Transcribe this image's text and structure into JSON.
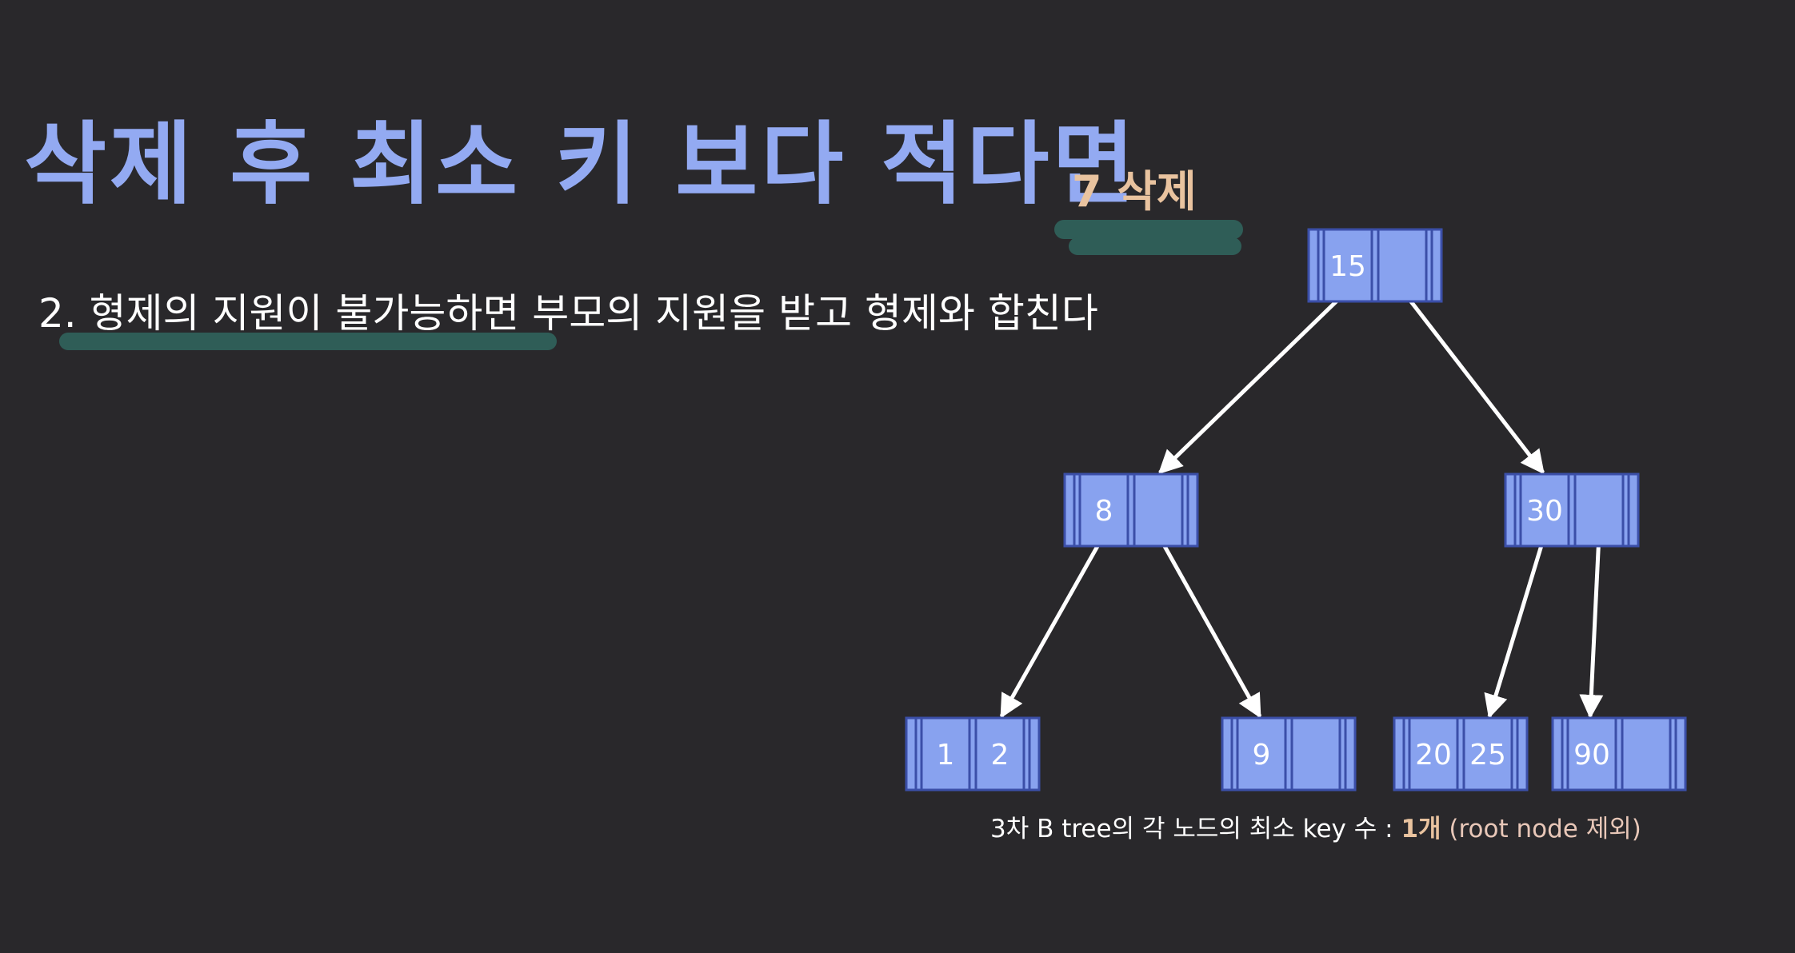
{
  "slide": {
    "title": "삭제 후 최소 키 보다 적다면",
    "badge": "7 삭제",
    "rule": "2. 형제의 지원이 불가능하면 부모의 지원을 받고 형제와 합친다"
  },
  "tree": {
    "nodes": [
      {
        "id": "root",
        "keys": [
          "15",
          ""
        ]
      },
      {
        "id": "left",
        "keys": [
          "8",
          ""
        ]
      },
      {
        "id": "right",
        "keys": [
          "30",
          ""
        ]
      },
      {
        "id": "leaf-1-2",
        "keys": [
          "1",
          "2"
        ]
      },
      {
        "id": "leaf-9",
        "keys": [
          "9",
          ""
        ]
      },
      {
        "id": "leaf-20-25",
        "keys": [
          "20",
          "25"
        ]
      },
      {
        "id": "leaf-90",
        "keys": [
          "90",
          ""
        ]
      }
    ],
    "edges": [
      {
        "from": "root",
        "to": "left"
      },
      {
        "from": "root",
        "to": "right"
      },
      {
        "from": "left",
        "to": "leaf-1-2"
      },
      {
        "from": "left",
        "to": "leaf-9"
      },
      {
        "from": "right",
        "to": "leaf-20-25"
      },
      {
        "from": "right",
        "to": "leaf-90"
      }
    ]
  },
  "caption": {
    "prefix": "3차 B tree의 각 노드의 최소 key 수 : ",
    "count": "1개",
    "note": " (root node 제외)"
  },
  "colors": {
    "background": "#29282b",
    "title": "#93aaf2",
    "node_fill": "#88a2ef",
    "node_stroke": "#3b4fa8",
    "highlight": "#2f5d57",
    "badge_text": "#e9c39f"
  }
}
